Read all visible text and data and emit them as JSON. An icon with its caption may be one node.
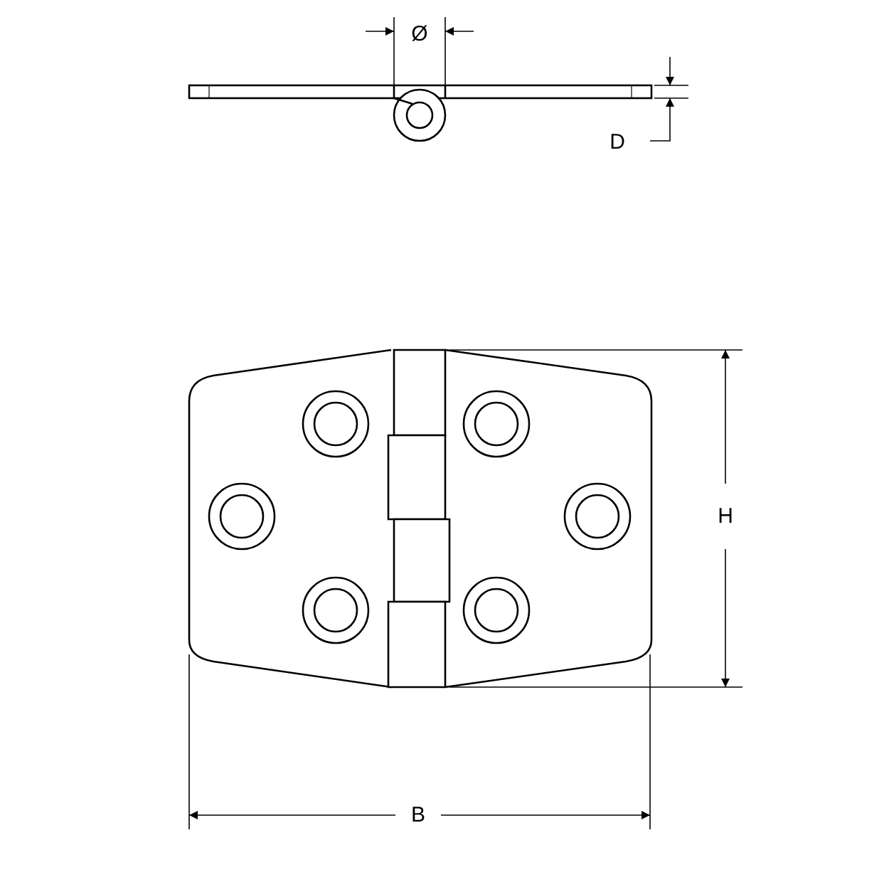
{
  "diagram": {
    "labels": [
      "Ø",
      "D",
      "H",
      "B"
    ]
  }
}
